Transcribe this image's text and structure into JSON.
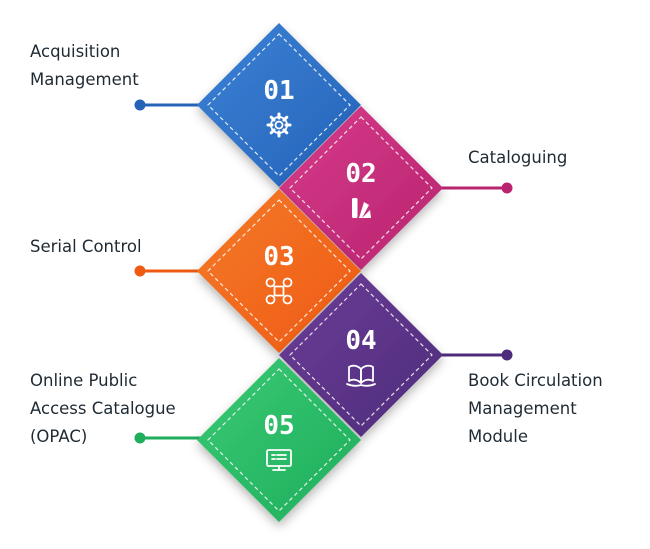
{
  "steps": [
    {
      "number": "01",
      "label_lines": [
        "Acquisition",
        "Management"
      ],
      "side": "left",
      "color": "#2563b8",
      "color_light": "#3b82d6",
      "icon": "gear-icon"
    },
    {
      "number": "02",
      "label_lines": [
        "Cataloguing"
      ],
      "side": "right",
      "color": "#b8246f",
      "color_light": "#d63a8a",
      "icon": "swatch-icon"
    },
    {
      "number": "03",
      "label_lines": [
        "Serial Control"
      ],
      "side": "left",
      "color": "#ef5a13",
      "color_light": "#f47a2a",
      "icon": "command-icon"
    },
    {
      "number": "04",
      "label_lines": [
        "Book Circulation",
        "Management",
        "Module"
      ],
      "side": "right",
      "color": "#4e2a7a",
      "color_light": "#6b3f98",
      "icon": "open-book-icon"
    },
    {
      "number": "05",
      "label_lines": [
        "Online Public",
        "Access Catalogue",
        "(OPAC)"
      ],
      "side": "left",
      "color": "#1fae5c",
      "color_light": "#39c974",
      "icon": "monitor-icon"
    }
  ]
}
